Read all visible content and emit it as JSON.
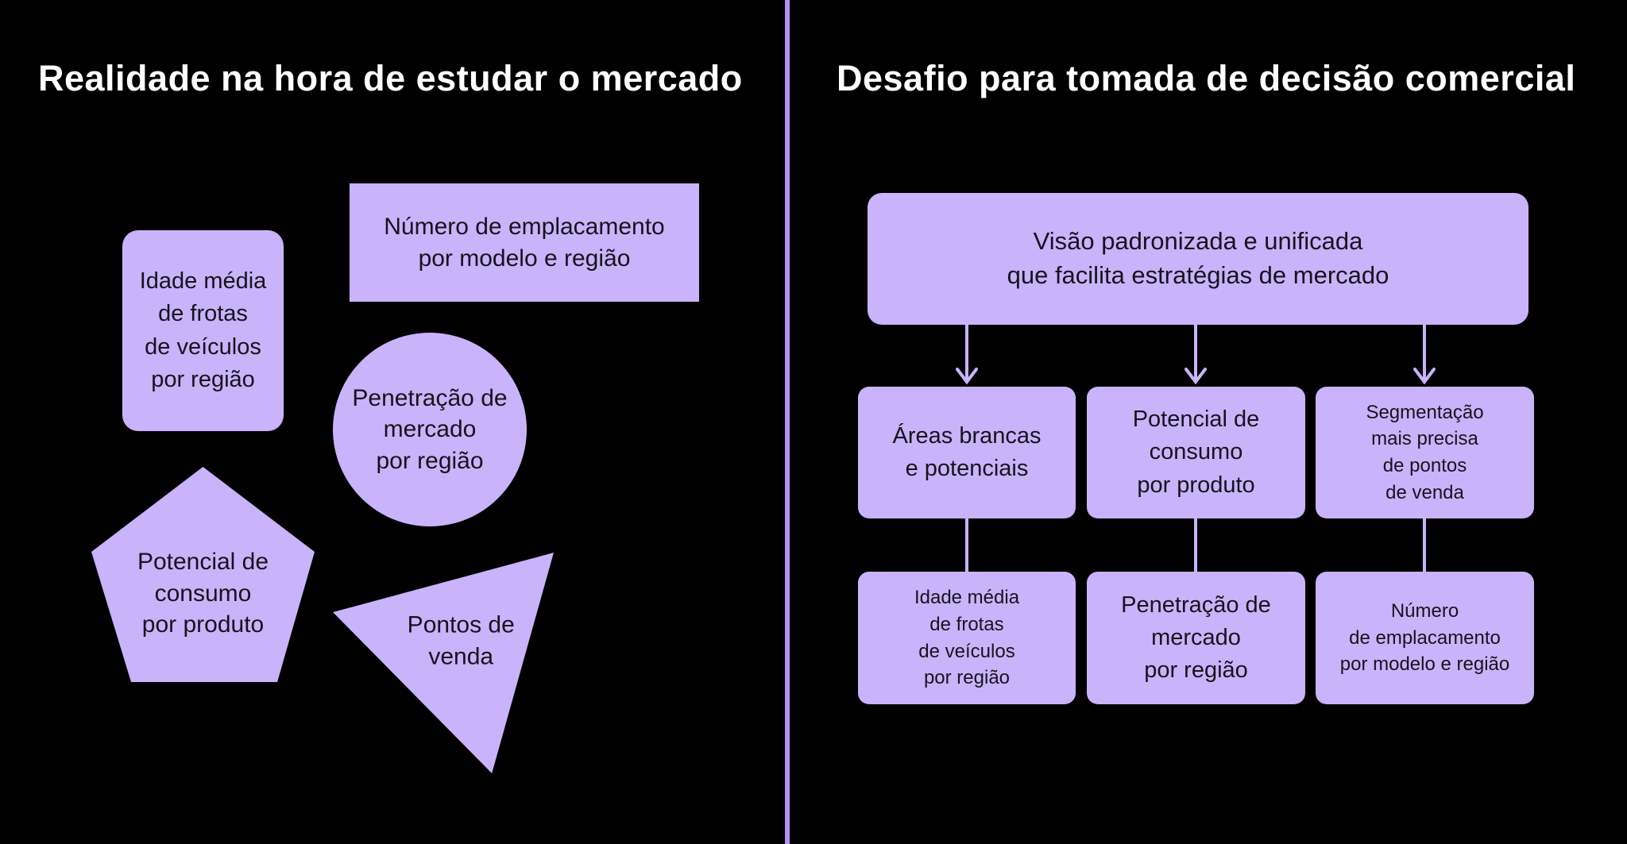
{
  "colors": {
    "background": "#000000",
    "shape_fill": "#c9b3fb",
    "connector": "#c9b3fb",
    "divider": "#b491f0",
    "shape_text": "#17131c",
    "title_text": "#ffffff"
  },
  "left_panel": {
    "title": "Realidade na hora de estudar o mercado",
    "shapes": [
      {
        "shape": "rounded-rectangle",
        "label": "Idade média\nde frotas\nde veículos\npor região"
      },
      {
        "shape": "rectangle",
        "label": "Número de emplacamento\npor modelo e região"
      },
      {
        "shape": "circle",
        "label": "Penetração de\nmercado\npor região"
      },
      {
        "shape": "pentagon",
        "label": "Potencial de\nconsumo\npor produto"
      },
      {
        "shape": "triangle",
        "label": "Pontos de\nvenda"
      }
    ]
  },
  "right_panel": {
    "title": "Desafio para tomada de decisão comercial",
    "top_box": {
      "label": "Visão padronizada e unificada\nque facilita estratégias de mercado"
    },
    "row1": [
      {
        "label": "Áreas brancas\ne potenciais"
      },
      {
        "label": "Potencial de\nconsumo\npor produto"
      },
      {
        "label": "Segmentação\nmais precisa\nde pontos\nde venda"
      }
    ],
    "row2": [
      {
        "label": "Idade média\nde frotas\nde veículos\npor região"
      },
      {
        "label": "Penetração de\nmercado\npor região"
      },
      {
        "label": "Número\nde emplacamento\npor modelo e região"
      }
    ]
  }
}
